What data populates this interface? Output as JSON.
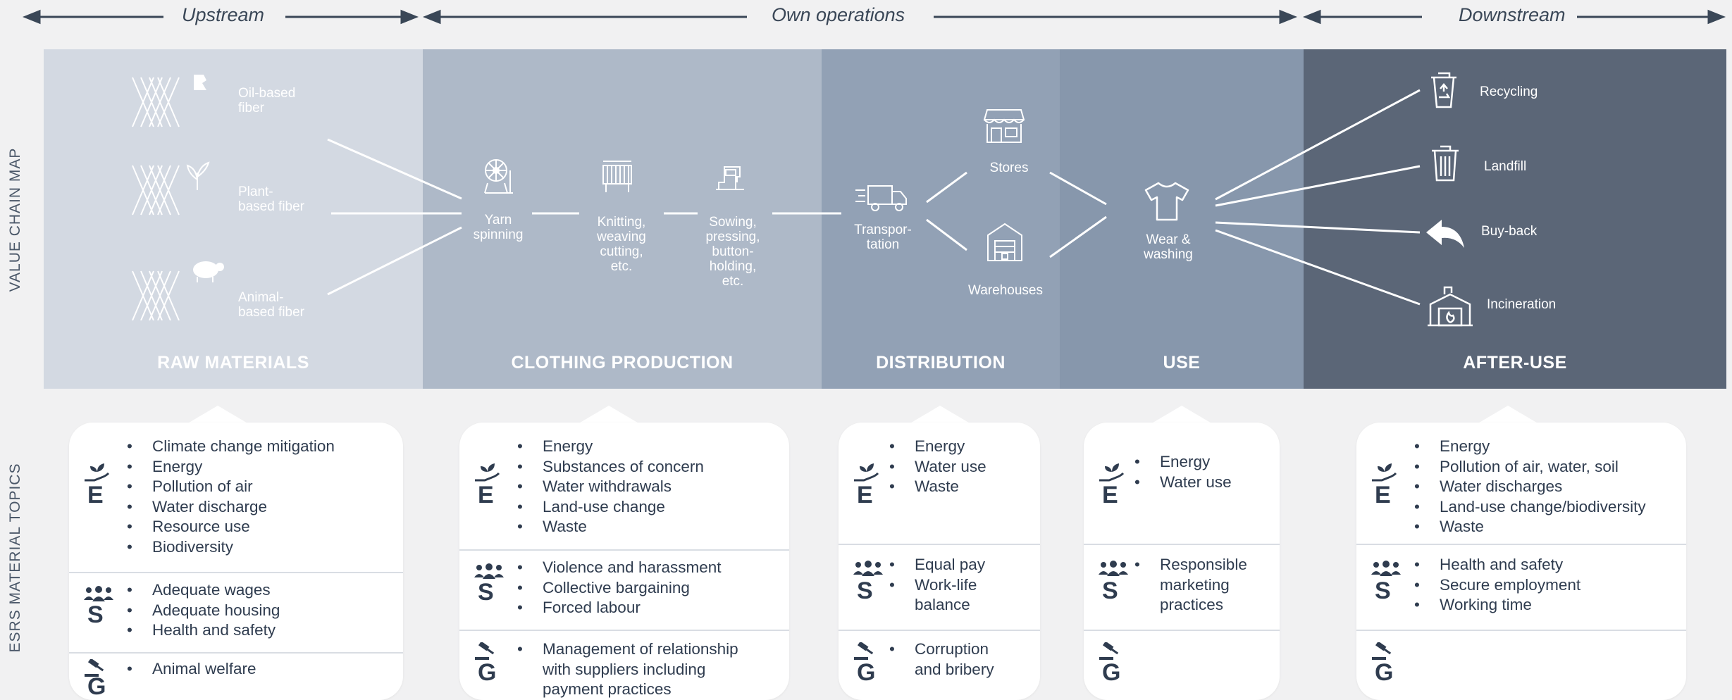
{
  "header": {
    "upstream": "Upstream",
    "own_operations": "Own operations",
    "downstream": "Downstream"
  },
  "side": {
    "value_chain_map": "VALUE CHAIN MAP",
    "esrs_topics": "ESRS MATERIAL TOPICS"
  },
  "colors": {
    "raw": "#d3d9e2",
    "clothing": "#aeb9c8",
    "distribution": "#92a1b5",
    "use": "#8797ac",
    "after_use": "#5b6677",
    "background": "#f1f1f2"
  },
  "stages": {
    "raw": {
      "title": "RAW MATERIALS",
      "fibers": [
        "Oil-based\nfiber",
        "Plant-\nbased fiber",
        "Animal-\nbased fiber"
      ]
    },
    "clothing": {
      "title": "CLOTHING PRODUCTION",
      "steps": [
        "Yarn\nspinning",
        "Knitting,\nweaving\ncutting,\netc.",
        "Sowing,\npressing,\nbutton-\nholding,\netc."
      ]
    },
    "distribution": {
      "title": "DISTRIBUTION",
      "transport": "Transpor-\ntation",
      "stores": "Stores",
      "warehouses": "Warehouses"
    },
    "use": {
      "title": "USE",
      "wear": "Wear &\nwashing"
    },
    "after_use": {
      "title": "AFTER-USE",
      "options": [
        "Recycling",
        "Landfill",
        "Buy-back",
        "Incineration"
      ]
    }
  },
  "esrs": {
    "letters": {
      "e": "E",
      "s": "S",
      "g": "G"
    },
    "cards": [
      {
        "e": [
          "Climate change mitigation",
          "Energy",
          "Pollution of air",
          "Water discharge",
          "Resource use",
          "Biodiversity"
        ],
        "s": [
          "Adequate wages",
          "Adequate housing",
          "Health and safety"
        ],
        "g": [
          "Animal welfare"
        ]
      },
      {
        "e": [
          "Energy",
          "Substances of concern",
          "Water withdrawals",
          "Land-use change",
          "Waste"
        ],
        "s": [
          "Violence and harassment",
          "Collective bargaining",
          "Forced labour"
        ],
        "g": [
          "Management of relationship",
          "with suppliers including",
          "payment practices"
        ]
      },
      {
        "e": [
          "Energy",
          "Water use",
          "Waste"
        ],
        "s": [
          "Equal pay",
          "Work-life",
          "balance"
        ],
        "g": [
          "Corruption",
          "and bribery"
        ]
      },
      {
        "e": [
          "Energy",
          "Water use"
        ],
        "s": [
          "Responsible",
          "marketing",
          "practices"
        ],
        "g": []
      },
      {
        "e": [
          "Energy",
          "Pollution of air, water, soil",
          "Water discharges",
          "Land-use change/biodiversity",
          "Waste"
        ],
        "s": [
          "Health and safety",
          "Secure employment",
          "Working time"
        ],
        "g": []
      }
    ]
  }
}
